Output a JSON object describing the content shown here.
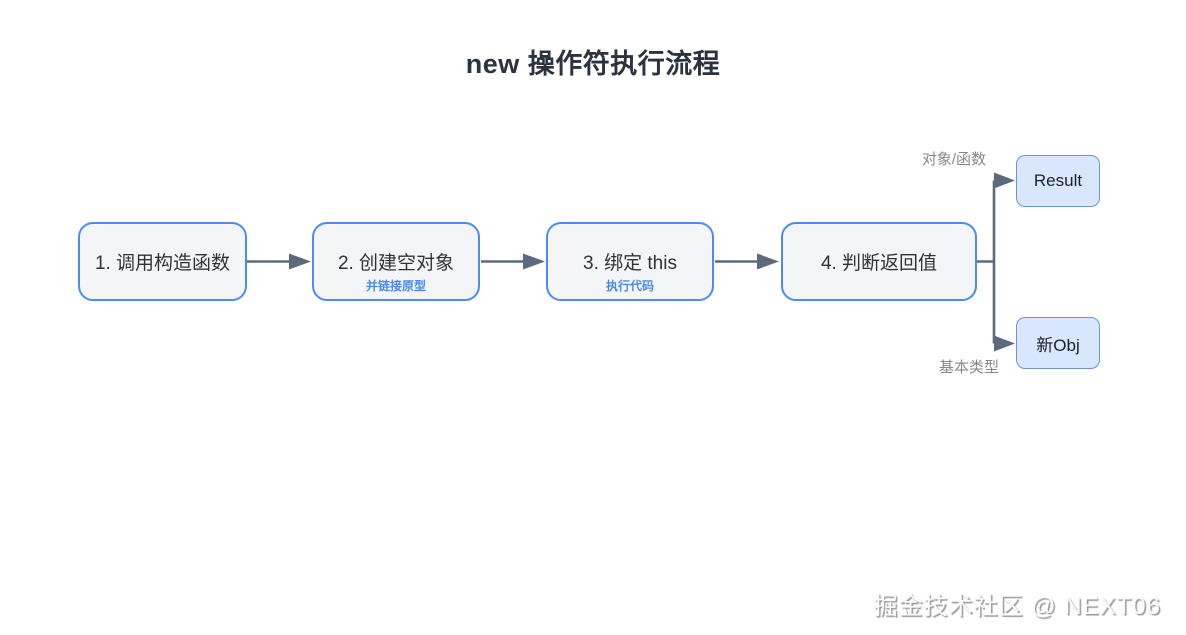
{
  "title": "new 操作符执行流程",
  "steps": [
    {
      "label": "1. 调用构造函数",
      "sub": ""
    },
    {
      "label": "2. 创建空对象",
      "sub": "并链接原型"
    },
    {
      "label": "3. 绑定 this",
      "sub": "执行代码"
    },
    {
      "label": "4. 判断返回值",
      "sub": ""
    }
  ],
  "branch": {
    "top": {
      "edge_label": "对象/函数",
      "node": "Result"
    },
    "bottom": {
      "edge_label": "基本类型",
      "node": "新Obj"
    }
  },
  "watermark": "掘金技术社区 @ NEXT06",
  "colors": {
    "step_border": "#4e8bf0",
    "step_fill": "#f4f5f7",
    "step_text": "#2f3338",
    "step_subtitle": "#4a8af0",
    "outcome_fill": "#d8e7fb",
    "outcome_border": "#6a94d6",
    "arrow": "#5c6b7c",
    "edge_label": "#85898f",
    "title": "#2b3340",
    "background": "#ffffff"
  }
}
